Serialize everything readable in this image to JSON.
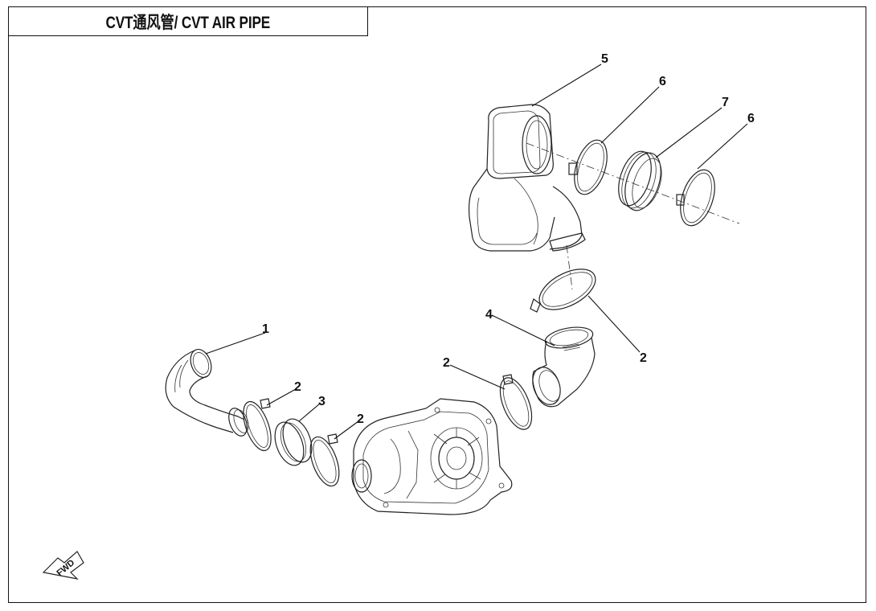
{
  "title": "CVT通风管/ CVT AIR PIPE",
  "callouts": {
    "c1": "1",
    "c2a": "2",
    "c2b": "2",
    "c2c": "2",
    "c2d": "2",
    "c3": "3",
    "c4": "4",
    "c5": "5",
    "c6a": "6",
    "c6b": "6",
    "c7": "7"
  },
  "fwd_label": "FWD"
}
